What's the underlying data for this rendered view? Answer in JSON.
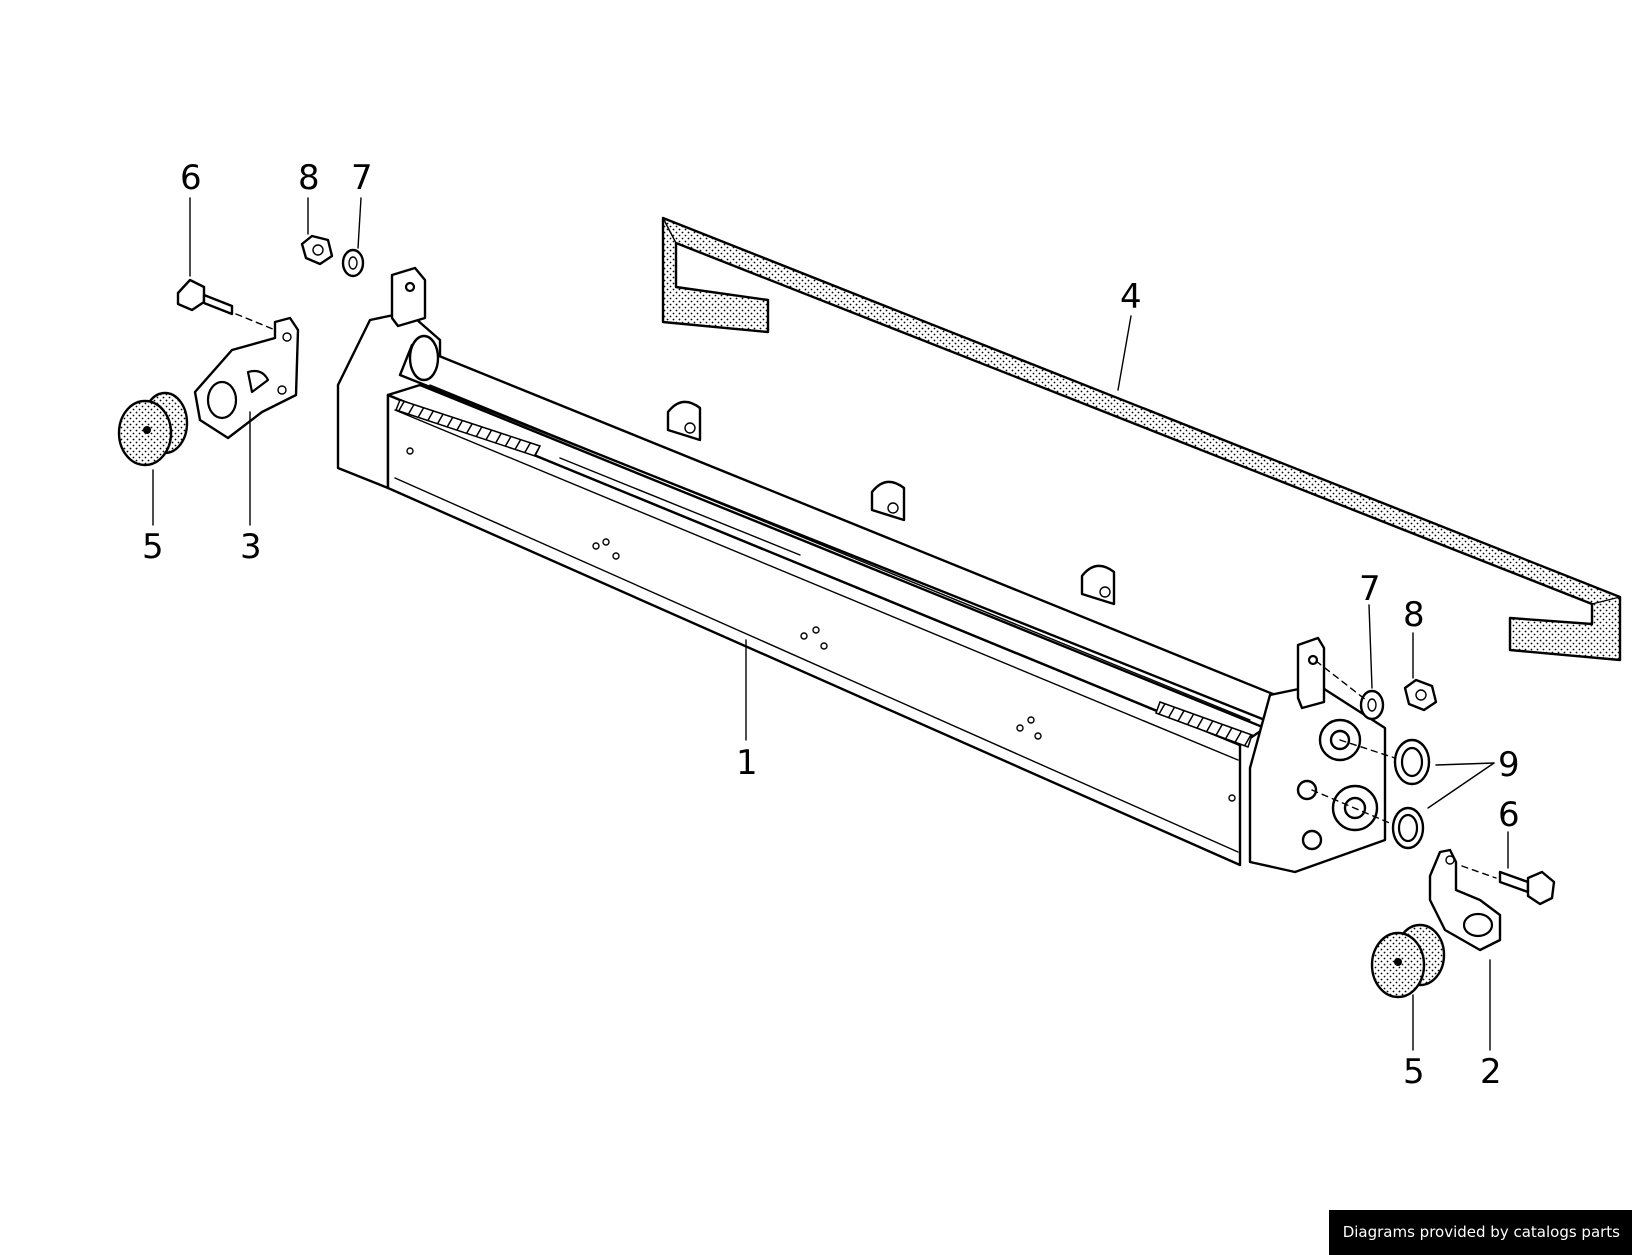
{
  "credit": "Diagrams provided by catalogs parts",
  "callouts": [
    "6",
    "8",
    "7",
    "4",
    "5",
    "3",
    "1",
    "7",
    "8",
    "9",
    "6",
    "5",
    "2"
  ]
}
